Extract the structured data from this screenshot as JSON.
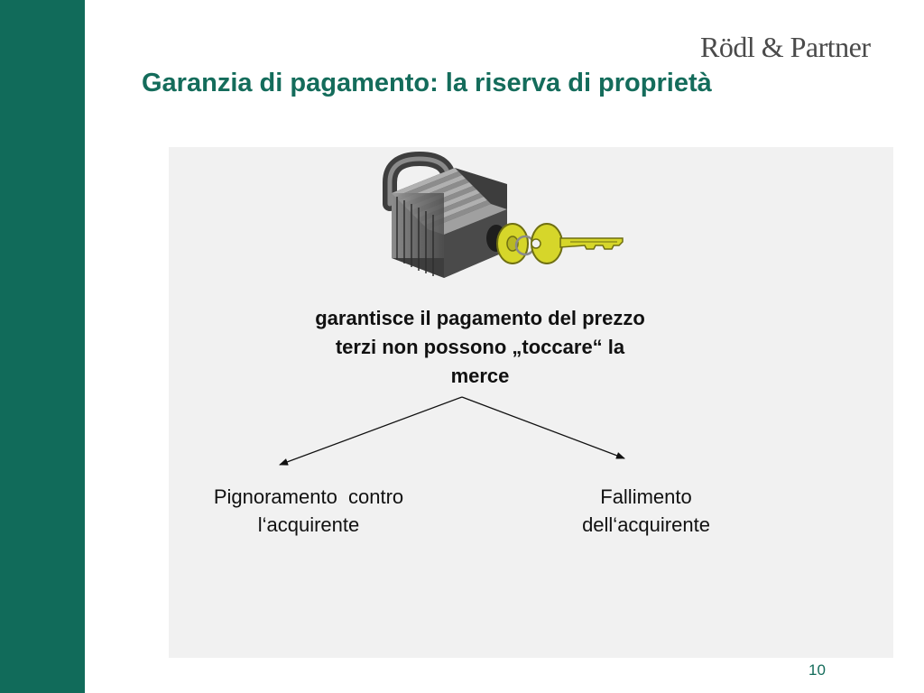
{
  "header": {
    "logo_text": "Rödl & Partner",
    "title": "Garanzia di pagamento: la riserva di proprietà"
  },
  "diagram": {
    "central": [
      "garantisce il pagamento del prezzo",
      "terzi non possono „toccare“ la",
      "merce"
    ],
    "left_branch": [
      "Pignoramento  contro",
      "l‘acquirente"
    ],
    "right_branch": [
      "Fallimento",
      "dell‘acquirente"
    ],
    "illustration": [
      "padlock-icon",
      "key-icon"
    ]
  },
  "footer": {
    "page_number": "10"
  },
  "colors": {
    "sidebar": "#116b5a",
    "title": "#146c5b",
    "panel": "#f1f1f1",
    "key": "#d6d62a"
  }
}
